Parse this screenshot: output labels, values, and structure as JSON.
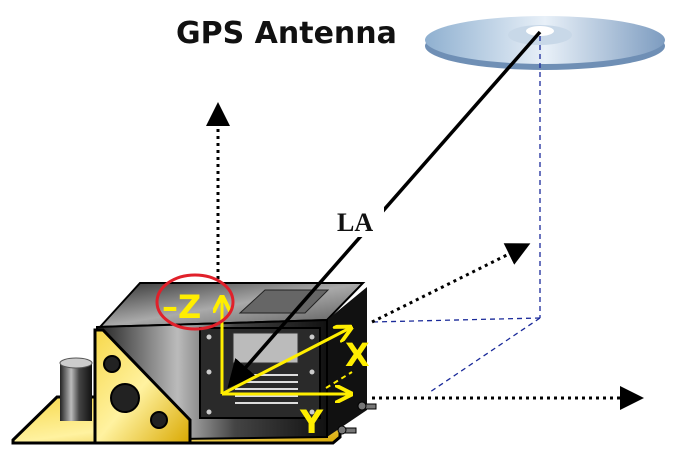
{
  "title": "GPS Antenna",
  "lever_arm_label": "LA",
  "axes": {
    "z": "–Z",
    "x": "X",
    "y": "Y"
  },
  "colors": {
    "axis": "#ffee00",
    "highlight": "#e0202a",
    "dashed": "#1a2a9a",
    "bracket": "#f2c81e"
  }
}
